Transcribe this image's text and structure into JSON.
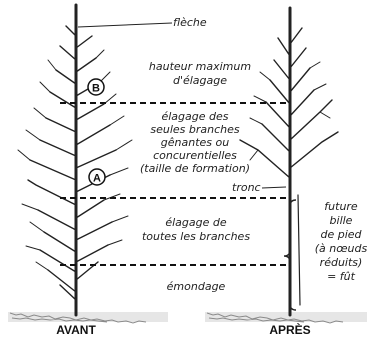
{
  "labels": {
    "fleche": "flèche",
    "hauteur": [
      "hauteur maximum",
      "d'élagage"
    ],
    "elagage_genantes": [
      "élagage des",
      "seules branches",
      "gênantes ou",
      "concurentielles",
      "(taille de formation)"
    ],
    "tronc": "tronc",
    "elagage_toutes": [
      "élagage de",
      "toutes les branches"
    ],
    "emondage": "émondage",
    "bille": [
      "future",
      "bille",
      "de pied",
      "(à nœuds",
      "réduits)",
      "= fût"
    ],
    "marker_a": "A",
    "marker_b": "B",
    "avant": "AVANT",
    "apres": "APRÈS"
  },
  "colors": {
    "ink": "#222222",
    "ground": "#9a9a9a"
  }
}
